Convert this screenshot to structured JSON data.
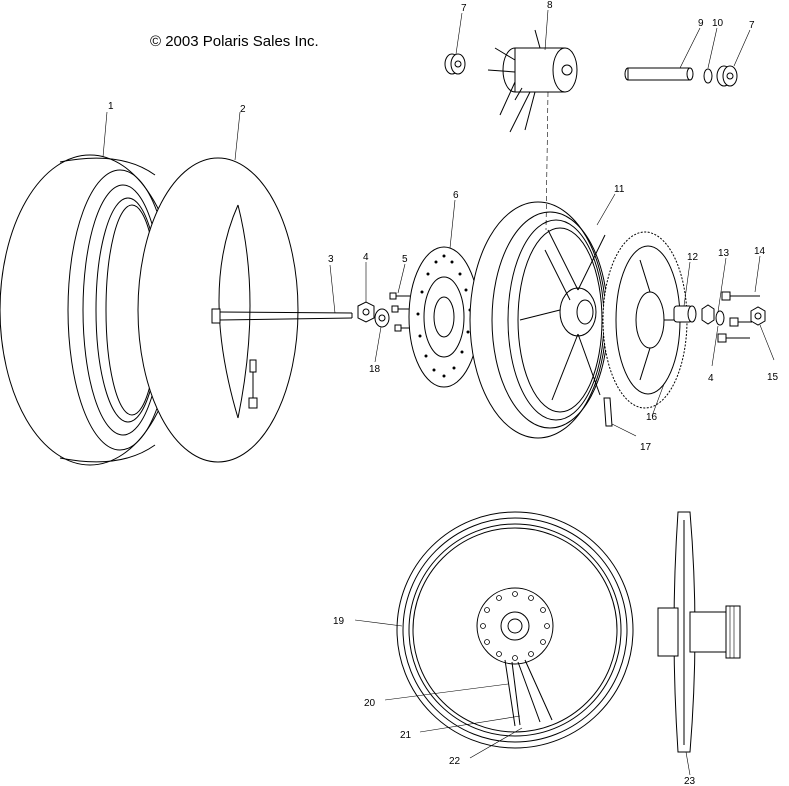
{
  "copyright": "© 2003 Polaris Sales Inc.",
  "callouts": {
    "c1": "1",
    "c2": "2",
    "c3": "3",
    "c4a": "4",
    "c4b": "4",
    "c5": "5",
    "c6": "6",
    "c7a": "7",
    "c7b": "7",
    "c8": "8",
    "c9": "9",
    "c10": "10",
    "c11": "11",
    "c12": "12",
    "c13": "13",
    "c14": "14",
    "c15": "15",
    "c16": "16",
    "c17": "17",
    "c18": "18",
    "c19": "19",
    "c20": "20",
    "c21": "21",
    "c22": "22",
    "c23": "23"
  }
}
